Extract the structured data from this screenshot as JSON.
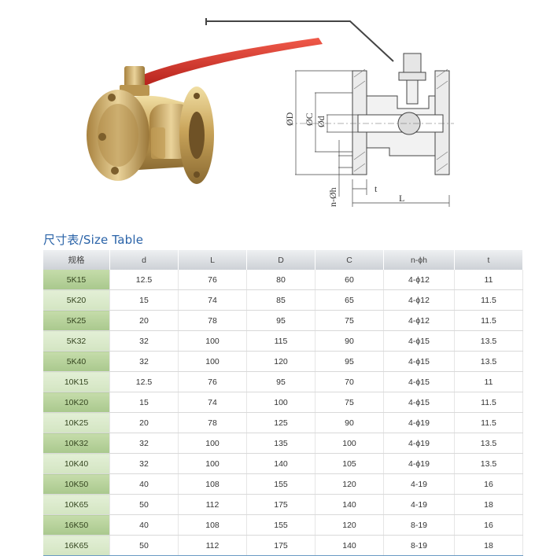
{
  "drawing": {
    "labels": {
      "D": "ØD",
      "C": "ØC",
      "d": "Ød",
      "nh": "n-Øh",
      "t": "t",
      "L": "L"
    }
  },
  "table": {
    "title": "尺寸表/Size Table",
    "headers": [
      "规格",
      "d",
      "L",
      "D",
      "C",
      "n-ϕh",
      "t"
    ],
    "rows": [
      [
        "5K15",
        "12.5",
        "76",
        "80",
        "60",
        "4-ϕ12",
        "11"
      ],
      [
        "5K20",
        "15",
        "74",
        "85",
        "65",
        "4-ϕ12",
        "11.5"
      ],
      [
        "5K25",
        "20",
        "78",
        "95",
        "75",
        "4-ϕ12",
        "11.5"
      ],
      [
        "5K32",
        "32",
        "100",
        "115",
        "90",
        "4-ϕ15",
        "13.5"
      ],
      [
        "5K40",
        "32",
        "100",
        "120",
        "95",
        "4-ϕ15",
        "13.5"
      ],
      [
        "10K15",
        "12.5",
        "76",
        "95",
        "70",
        "4-ϕ15",
        "11"
      ],
      [
        "10K20",
        "15",
        "74",
        "100",
        "75",
        "4-ϕ15",
        "11.5"
      ],
      [
        "10K25",
        "20",
        "78",
        "125",
        "90",
        "4-ϕ19",
        "11.5"
      ],
      [
        "10K32",
        "32",
        "100",
        "135",
        "100",
        "4-ϕ19",
        "13.5"
      ],
      [
        "10K40",
        "32",
        "100",
        "140",
        "105",
        "4-ϕ19",
        "13.5"
      ],
      [
        "10K50",
        "40",
        "108",
        "155",
        "120",
        "4-19",
        "16"
      ],
      [
        "10K65",
        "50",
        "112",
        "175",
        "140",
        "4-19",
        "18"
      ],
      [
        "16K50",
        "40",
        "108",
        "155",
        "120",
        "8-19",
        "16"
      ],
      [
        "16K65",
        "50",
        "112",
        "175",
        "140",
        "8-19",
        "18"
      ]
    ]
  },
  "colors": {
    "title": "#2a63a8",
    "spec_cell": "#b5d09a",
    "header": "#d6d9dd",
    "bottom_rule": "#6b9ac4"
  }
}
